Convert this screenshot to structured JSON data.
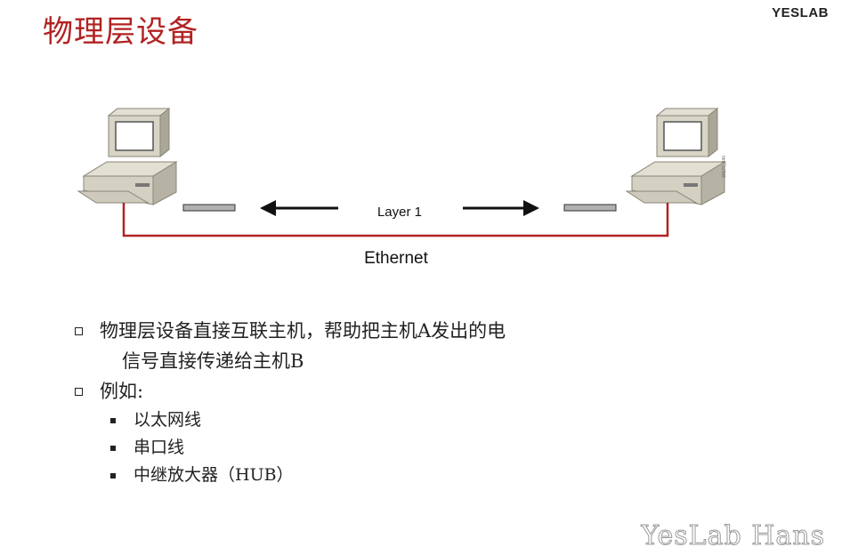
{
  "slide": {
    "title": "物理层设备",
    "logo": "YESLAB",
    "watermark": "YesLab Hans"
  },
  "diagram": {
    "center_label": "Layer 1",
    "link_label": "Ethernet",
    "figure_code": "30177_340",
    "link_color": "#b22222"
  },
  "bullets": [
    {
      "line1": "物理层设备直接互联主机，帮助把主机A发出的电",
      "line2": "信号直接传递给主机B"
    },
    {
      "line1": "例如:",
      "sub": [
        "以太网线",
        "串口线",
        "中继放大器（HUB）"
      ]
    }
  ],
  "icons": [
    "computer-icon",
    "arrow-left-icon",
    "arrow-right-icon"
  ]
}
